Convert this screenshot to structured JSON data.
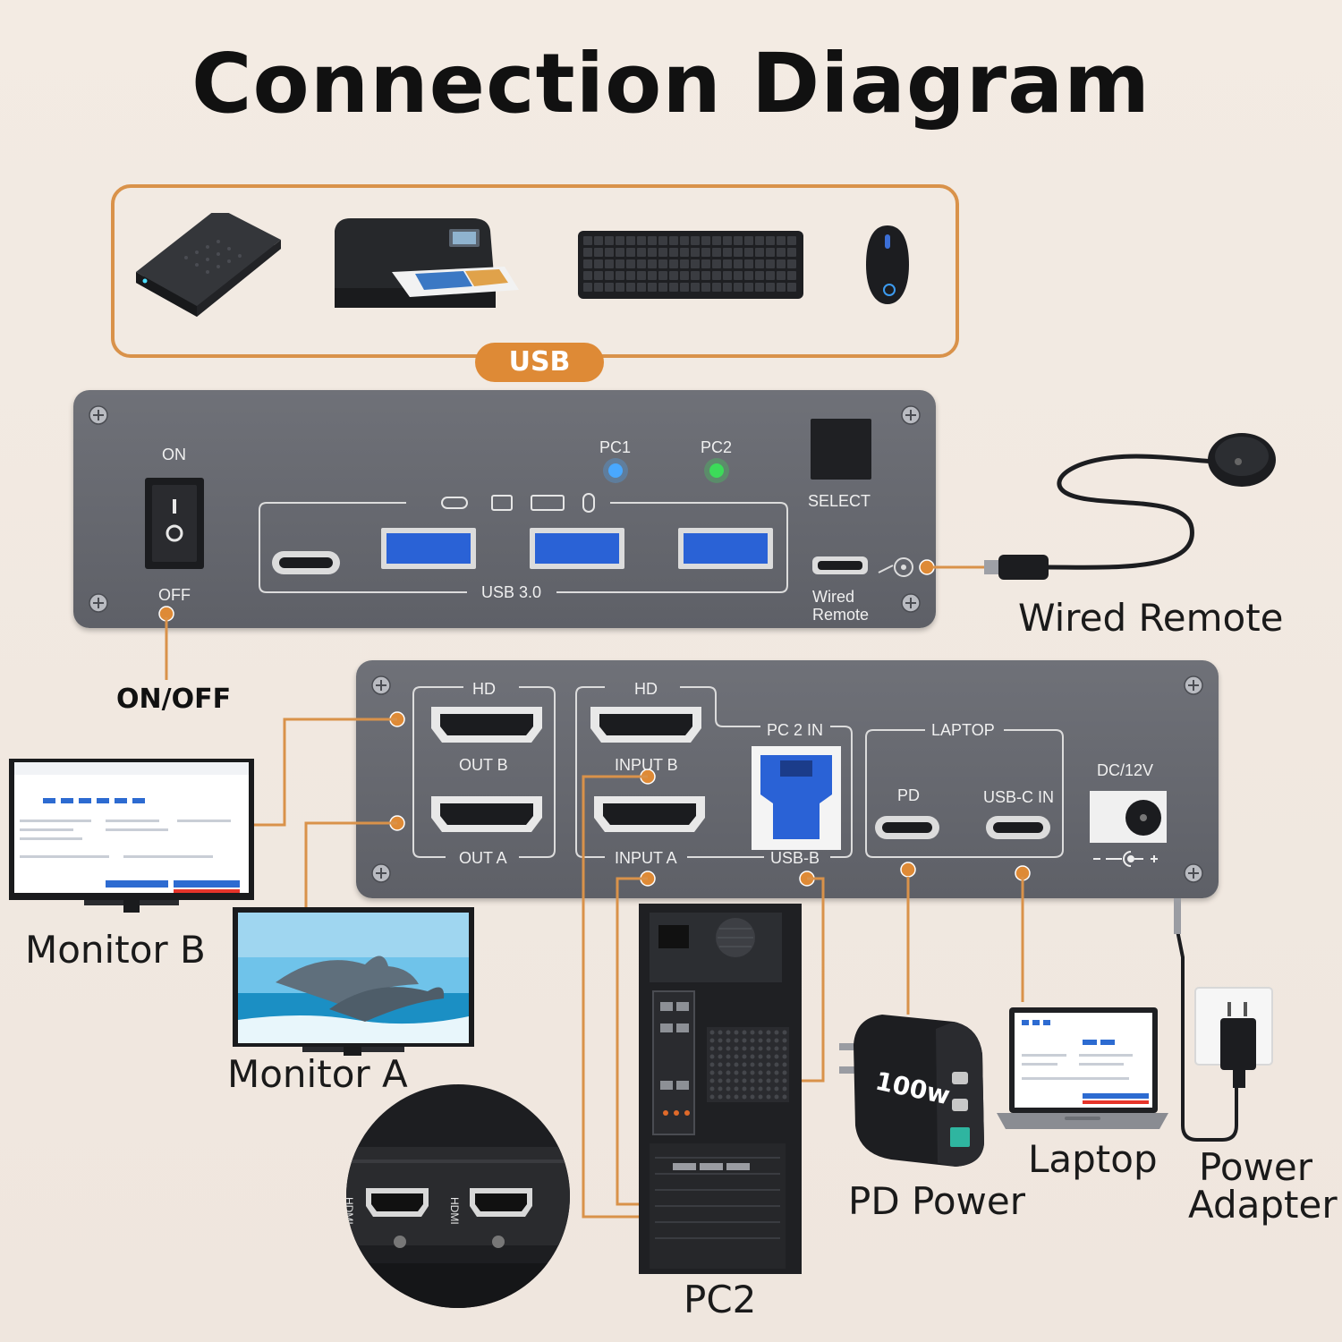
{
  "title": "Connection Diagram",
  "usb_label": "USB",
  "front_panel": {
    "on_label": "ON",
    "off_label": "OFF",
    "pc1_label": "PC1",
    "pc2_label": "PC2",
    "select_label": "SELECT",
    "usb30_label": "USB 3.0",
    "wired_remote_line1": "Wired",
    "wired_remote_line2": "Remote"
  },
  "back_panel": {
    "hd_label_1": "HD",
    "hd_label_2": "HD",
    "out_b": "OUT B",
    "out_a": "OUT A",
    "input_b": "INPUT B",
    "input_a": "INPUT A",
    "pc2_in": "PC 2 IN",
    "usb_b": "USB-B",
    "laptop_group": "LAPTOP",
    "pd": "PD",
    "usbc_in": "USB-C IN",
    "dc": "DC/12V"
  },
  "callouts": {
    "on_off": "ON/OFF",
    "wired_remote": "Wired Remote",
    "monitor_b": "Monitor B",
    "monitor_a": "Monitor A",
    "pc2": "PC2",
    "pd_power": "PD Power",
    "laptop": "Laptop",
    "power_line1": "Power",
    "power_line2": "Adapter",
    "charger_text": "100w",
    "hdmi_1": "HDMI",
    "hdmi_2": "HDMI"
  },
  "colors": {
    "accent": "#de8a36",
    "line": "#d9924a",
    "panel": "#66686f",
    "led_pc1": "#4aa8ff",
    "led_pc2": "#3ddc5a",
    "usb_blue": "#2a62d6"
  }
}
